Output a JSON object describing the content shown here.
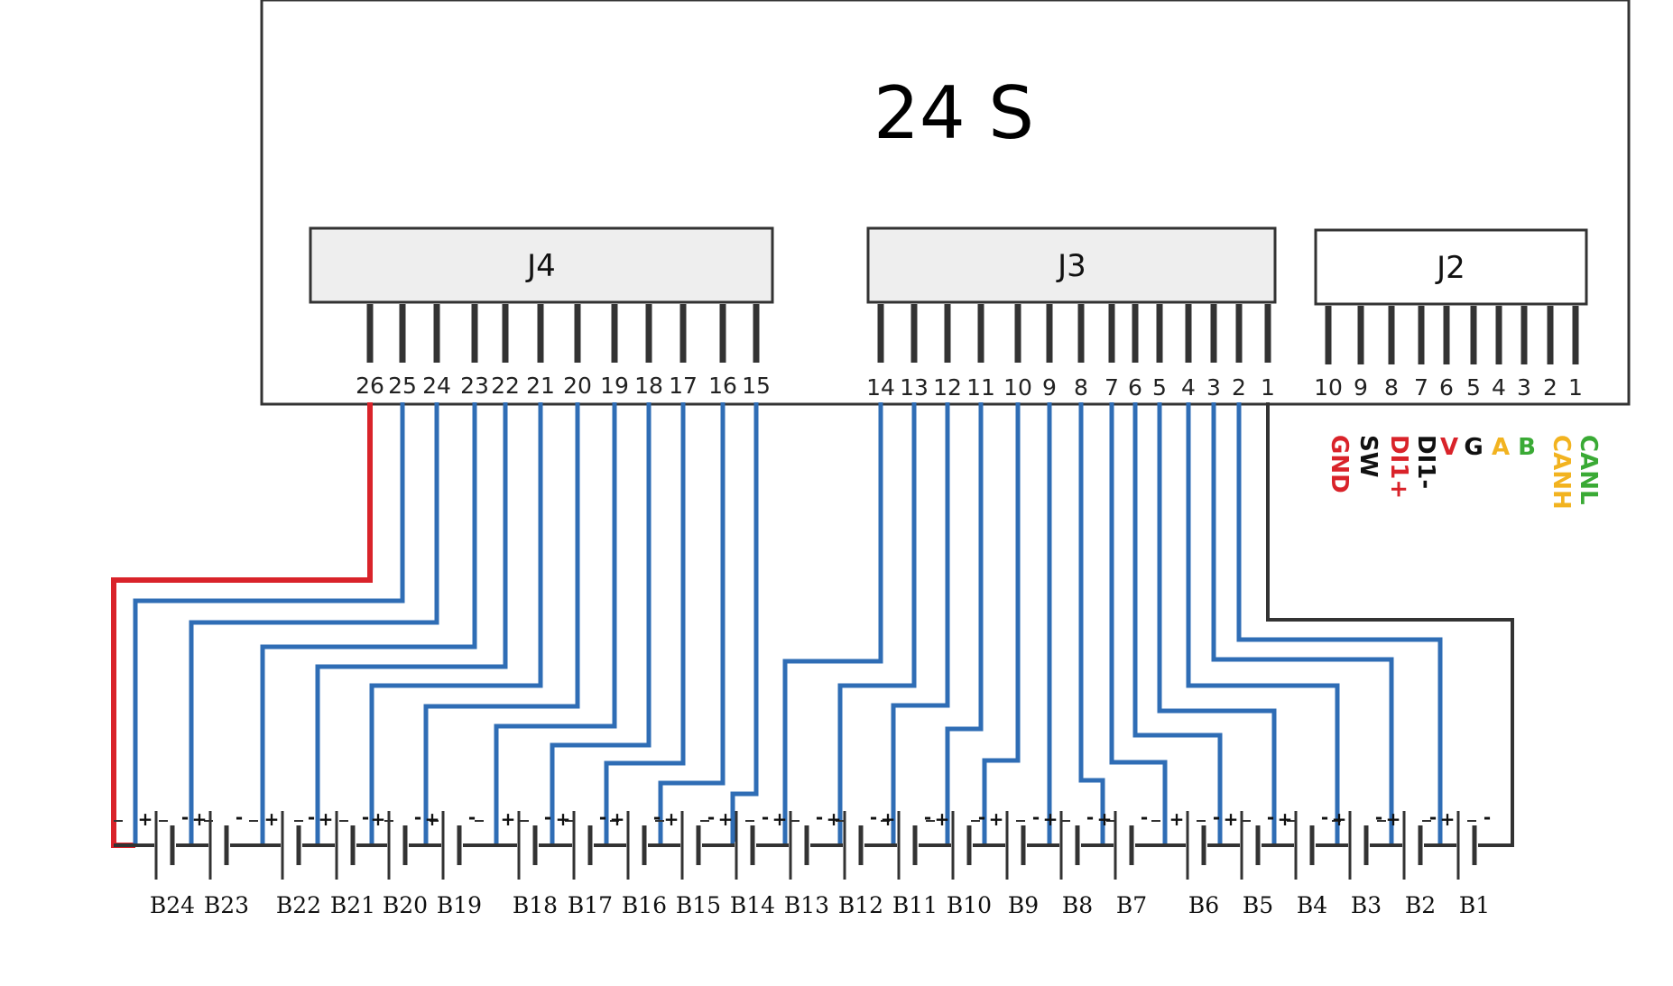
{
  "title": "24 S",
  "connectors": {
    "j4": {
      "label": "J4",
      "pins": [
        "26",
        "25",
        "24",
        "23",
        "22",
        "21",
        "20",
        "19",
        "18",
        "17",
        "16",
        "15"
      ]
    },
    "j3": {
      "label": "J3",
      "pins": [
        "14",
        "13",
        "12",
        "11",
        "10",
        "9",
        "8",
        "7",
        "6",
        "5",
        "4",
        "3",
        "2",
        "1"
      ]
    },
    "j2": {
      "label": "J2",
      "pins": [
        "10",
        "9",
        "8",
        "7",
        "6",
        "5",
        "4",
        "3",
        "2",
        "1"
      ]
    }
  },
  "j2_signals": [
    {
      "text": "GND",
      "color": "#d9232a"
    },
    {
      "text": "SW",
      "color": "#111111"
    },
    {
      "text": "DI1+",
      "color": "#d9232a"
    },
    {
      "text": "DI1-",
      "color": "#111111"
    },
    {
      "text": "V",
      "color": "#d9232a"
    },
    {
      "text": "G",
      "color": "#111111"
    },
    {
      "text": "A",
      "color": "#f2b320"
    },
    {
      "text": "B",
      "color": "#3aaa35"
    },
    {
      "text": "CANH",
      "color": "#f2b320"
    },
    {
      "text": "CANL",
      "color": "#3aaa35"
    }
  ],
  "cells": [
    "B24",
    "B23",
    "B22",
    "B21",
    "B20",
    "B19",
    "B18",
    "B17",
    "B16",
    "B15",
    "B14",
    "B13",
    "B12",
    "B11",
    "B10",
    "B9",
    "B8",
    "B7",
    "B6",
    "B5",
    "B4",
    "B3",
    "B2",
    "B1"
  ],
  "polarity": {
    "plus": "+",
    "minus": "-"
  },
  "colors": {
    "wire_blue": "#2f6db5",
    "wire_red": "#d9232a",
    "wire_black": "#333333",
    "frame": "#333333",
    "connector_fill": "#eeeeee"
  }
}
